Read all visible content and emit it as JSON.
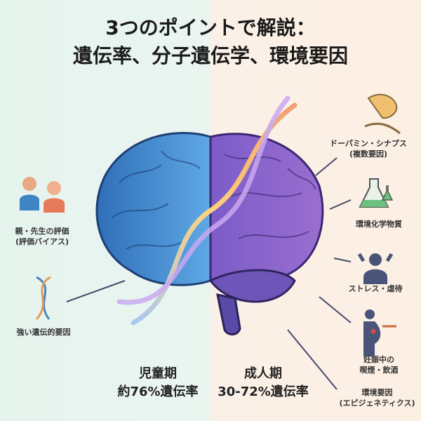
{
  "title": {
    "line1": "3つのポイントで解説：",
    "line2": "遺伝率、分子遺伝学、環境要因"
  },
  "left_labels": {
    "parents_teachers": {
      "line1": "親・先生の評価",
      "line2": "(評価バイアス)"
    },
    "genetic": "強い遺伝的要因"
  },
  "right_labels": {
    "dopamine": {
      "line1": "ドーパミン・シナプス",
      "line2": "(複数要因)"
    },
    "chemicals": "環境化学物質",
    "stress": "ストレス・虐待",
    "pregnancy": {
      "line1": "妊娠中の",
      "line2": "喫煙・飲酒"
    },
    "environment": {
      "line1": "環境要因",
      "line2": "(エピジェネティクス)"
    }
  },
  "childhood": {
    "period": "児童期",
    "rate": "約76%遺伝率"
  },
  "adulthood": {
    "period": "成人期",
    "rate": "30-72%遺伝率"
  },
  "colors": {
    "left_bg": "#e6f4ee",
    "right_bg": "#fcefe4",
    "brain_left": "#3f7fc8",
    "brain_right": "#8a5cc4",
    "arrow": "#454a6a"
  }
}
